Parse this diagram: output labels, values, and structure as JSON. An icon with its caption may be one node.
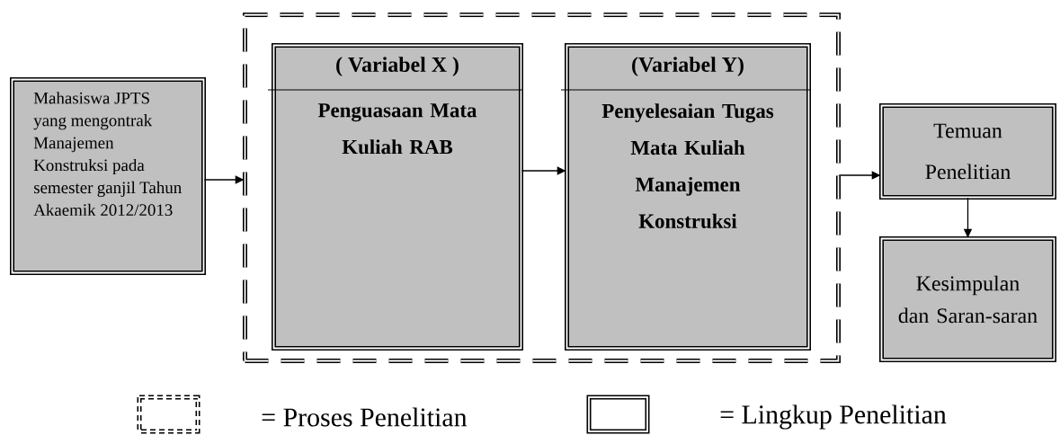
{
  "diagram": {
    "nodes": [
      {
        "text": [
          "Mahasiswa JPTS yang mengontrak Manajemen Konstruksi pada semester ganjil Tahun Akaemik 2012/2013"
        ]
      },
      {
        "text": [],
        "shape": "box"
      },
      {
        "text": [
          "( Variabel X )",
          "Penguasaan Mata Kuliah RAB"
        ],
        "in": 1
      },
      {
        "text": [
          "(Variabel Y)",
          "Penyelesaian Tugas Mata Kuliah Manajemen Konstruksi"
        ],
        "in": 1
      },
      {
        "text": [
          "Temuan Penelitian"
        ]
      },
      {
        "text": [
          "Kesimpulan dan Saran-saran"
        ]
      }
    ],
    "edges": [
      {
        "from": 0,
        "to": 1,
        "arrow": "to"
      },
      {
        "from": 2,
        "to": 3,
        "arrow": "to"
      },
      {
        "from": 1,
        "to": 4,
        "arrow": "to"
      },
      {
        "from": 4,
        "to": 5,
        "arrow": "to"
      }
    ],
    "legend": [
      {
        "text": "= Proses Penelitian"
      },
      {
        "text": "= Lingkup Penelitian"
      }
    ]
  }
}
